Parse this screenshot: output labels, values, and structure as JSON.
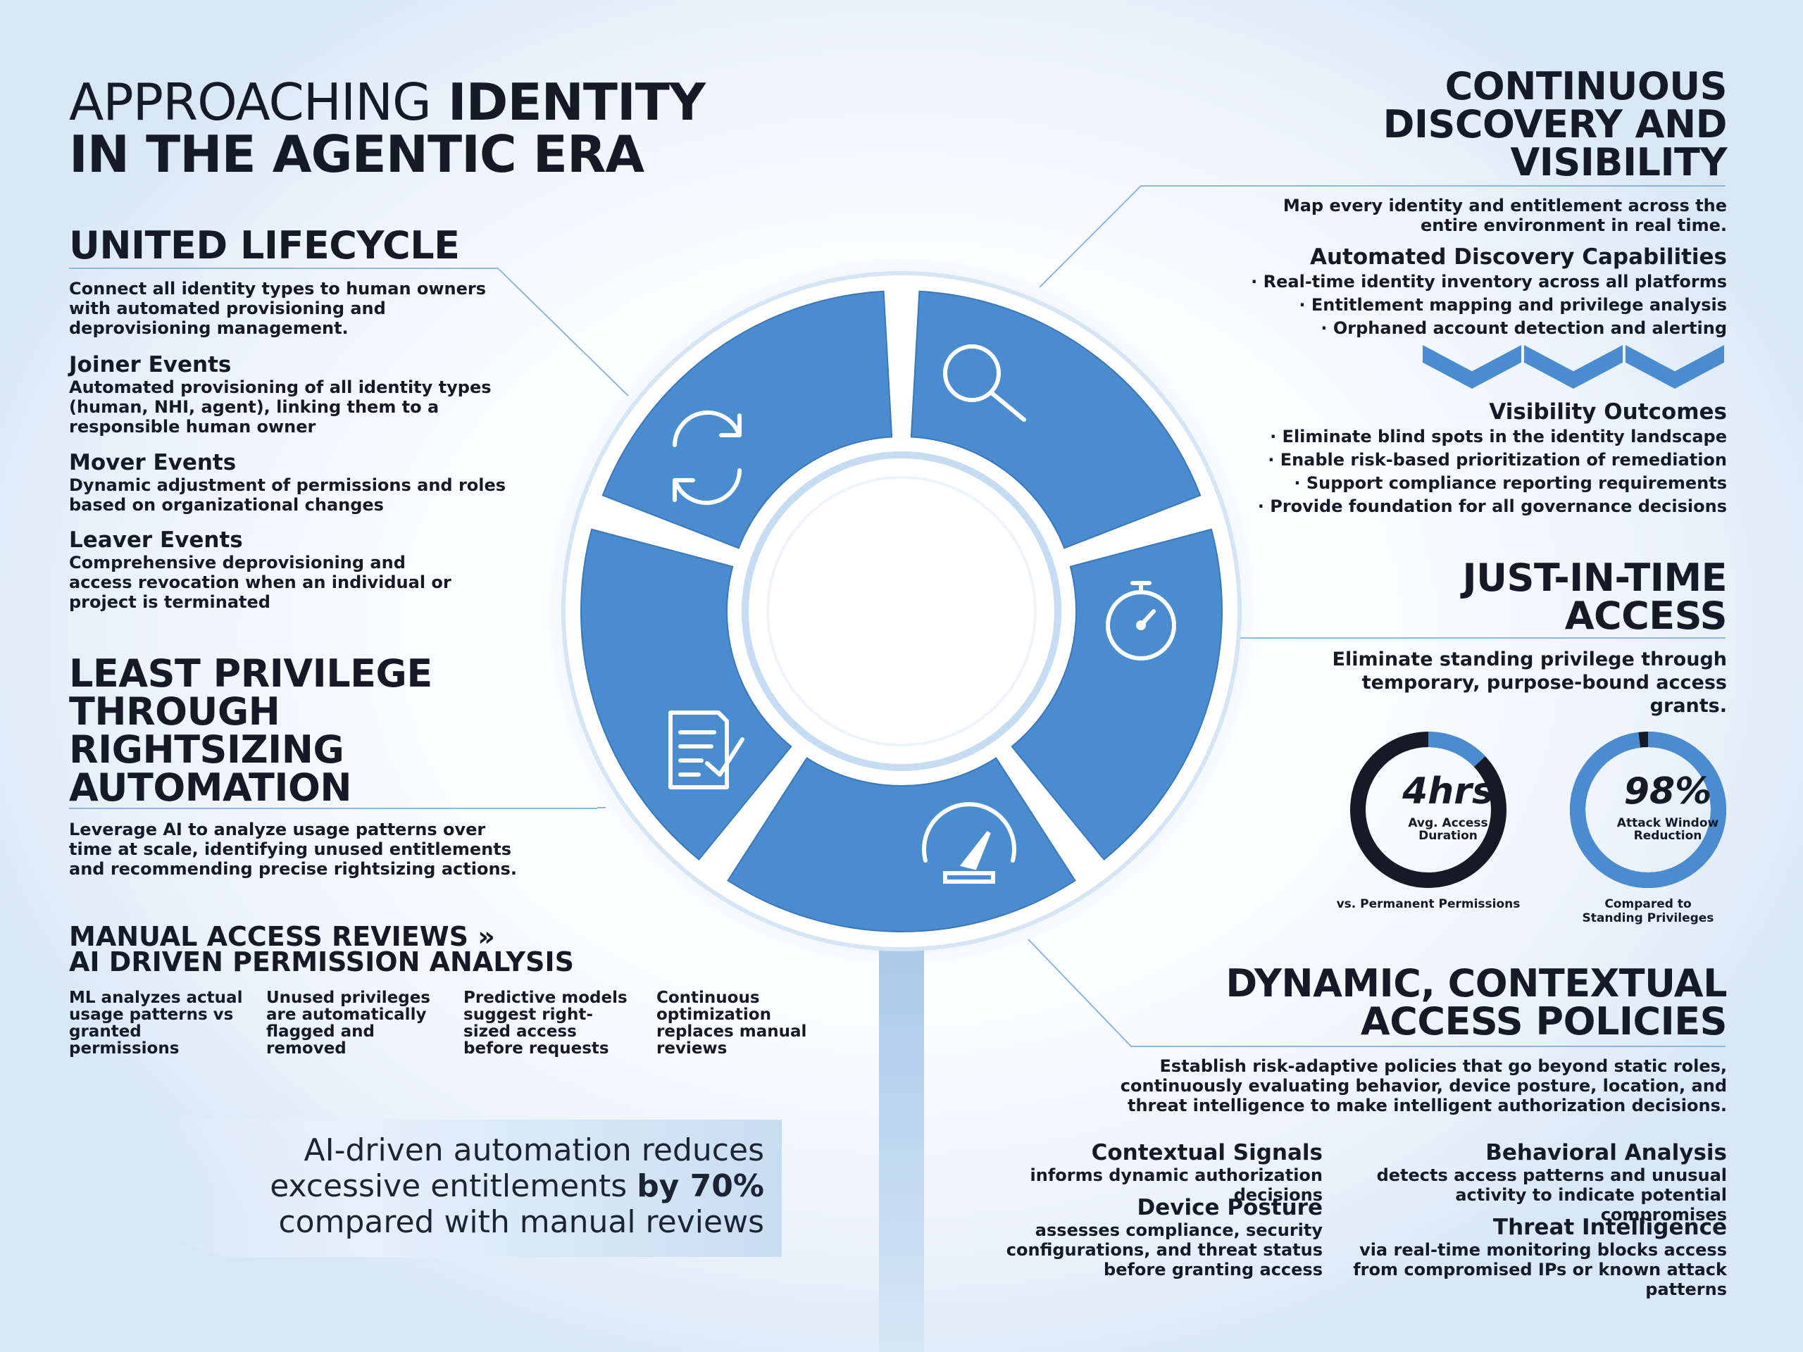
{
  "title": {
    "light": "APPROACHING",
    "bold1": "IDENTITY",
    "bold2": "IN THE AGENTIC ERA"
  },
  "unified": {
    "heading": "UNITED LIFECYCLE",
    "intro": "Connect all identity types to human owners with automated provisioning and deprovisioning management.",
    "joiner_h": "Joiner Events",
    "joiner_t": "Automated provisioning of all identity types (human, NHI, agent), linking them to a responsible human owner",
    "mover_h": "Mover Events",
    "mover_t": "Dynamic adjustment of permissions and roles based on organizational changes",
    "leaver_h": "Leaver Events",
    "leaver_t": "Comprehensive deprovisioning and access revocation when an individual or project is terminated"
  },
  "least": {
    "heading": [
      "LEAST PRIVILEGE",
      "THROUGH",
      "RIGHTSIZING",
      "AUTOMATION"
    ],
    "text": "Leverage AI to analyze usage patterns over time at scale, identifying unused entitlements and recommending precise rightsizing actions."
  },
  "manual": {
    "heading1": "MANUAL ACCESS REVIEWS »",
    "heading2": "AI DRIVEN PERMISSION ANALYSIS",
    "cols": [
      "ML analyzes actual usage patterns vs granted permissions",
      "Unused privileges are automatically flagged and removed",
      "Predictive models suggest right-sized access before requests",
      "Continuous optimization replaces manual reviews"
    ]
  },
  "callout": {
    "line1": "AI-driven automation reduces",
    "line2a": "excessive entitlements ",
    "line2b": "by 70%",
    "line3": "compared with manual reviews"
  },
  "discovery": {
    "heading": [
      "CONTINUOUS",
      "DISCOVERY AND",
      "VISIBILITY"
    ],
    "intro": "Map every identity and entitlement across the entire environment in real time.",
    "cap_h": "Automated Discovery Capabilities",
    "caps": [
      "· Real-time identity inventory across all platforms",
      "· Entitlement mapping and privilege analysis",
      "· Orphaned account detection and alerting"
    ],
    "out_h": "Visibility Outcomes",
    "outs": [
      "· Eliminate blind spots in the identity landscape",
      "· Enable risk-based prioritization of remediation",
      "· Support compliance reporting requirements",
      "· Provide foundation for all governance decisions"
    ]
  },
  "jit": {
    "heading": [
      "JUST-IN-TIME",
      "ACCESS"
    ],
    "intro": "Eliminate standing privilege through temporary, purpose-bound access grants.",
    "g1": {
      "value": "4hrs",
      "label": "Avg. Access Duration",
      "caption": "vs. Permanent Permissions",
      "fraction": 0.13
    },
    "g2": {
      "value": "98%",
      "label": "Attack Window Reduction",
      "caption": "Compared to Standing Privileges",
      "fraction": 0.98
    }
  },
  "dynamic": {
    "heading": [
      "DYNAMIC, CONTEXTUAL",
      "ACCESS POLICIES"
    ],
    "intro": "Establish risk-adaptive policies that go beyond static roles, continuously evaluating behavior, device posture, location, and threat intelligence to make intelligent authorization decisions.",
    "ctx_h": "Contextual Signals",
    "ctx_t": "informs dynamic authorization decisions",
    "dev_h": "Device Posture",
    "dev_t": "assesses compliance, security configurations, and threat status before granting access",
    "beh_h": "Behavioral Analysis",
    "beh_t": "detects access patterns and unusual activity to indicate potential compromises",
    "thr_h": "Threat Intelligence",
    "thr_t": "via real-time monitoring blocks access from compromised IPs or known attack patterns"
  },
  "colors": {
    "accent": "#4a8cd0",
    "ring": "#ffffff",
    "dark": "#141a26",
    "line": "#8fb6de"
  },
  "icons": [
    "refresh-icon",
    "search-icon",
    "stopwatch-icon",
    "gauge-icon",
    "checklist-icon"
  ]
}
